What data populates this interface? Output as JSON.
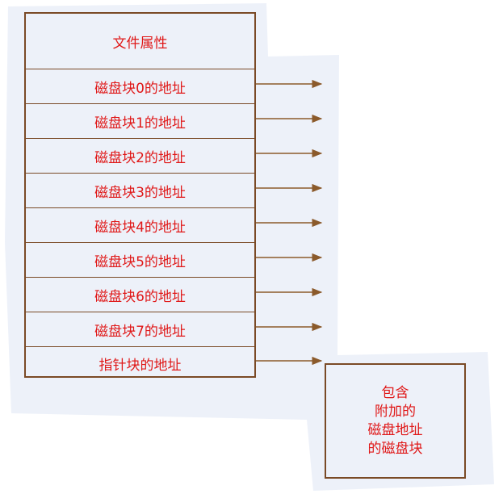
{
  "inode": {
    "header": "文件属性",
    "rows": [
      "磁盘块0的地址",
      "磁盘块1的地址",
      "磁盘块2的地址",
      "磁盘块3的地址",
      "磁盘块4的地址",
      "磁盘块5的地址",
      "磁盘块6的地址",
      "磁盘块7的地址",
      "指针块的地址"
    ]
  },
  "extra_block": {
    "lines": [
      "包含",
      "附加的",
      "磁盘地址",
      "的磁盘块"
    ]
  },
  "colors": {
    "border": "#7a4a26",
    "text": "#e01818",
    "arrow": "#8b5a2b",
    "background_blob": "#e8eef8"
  }
}
